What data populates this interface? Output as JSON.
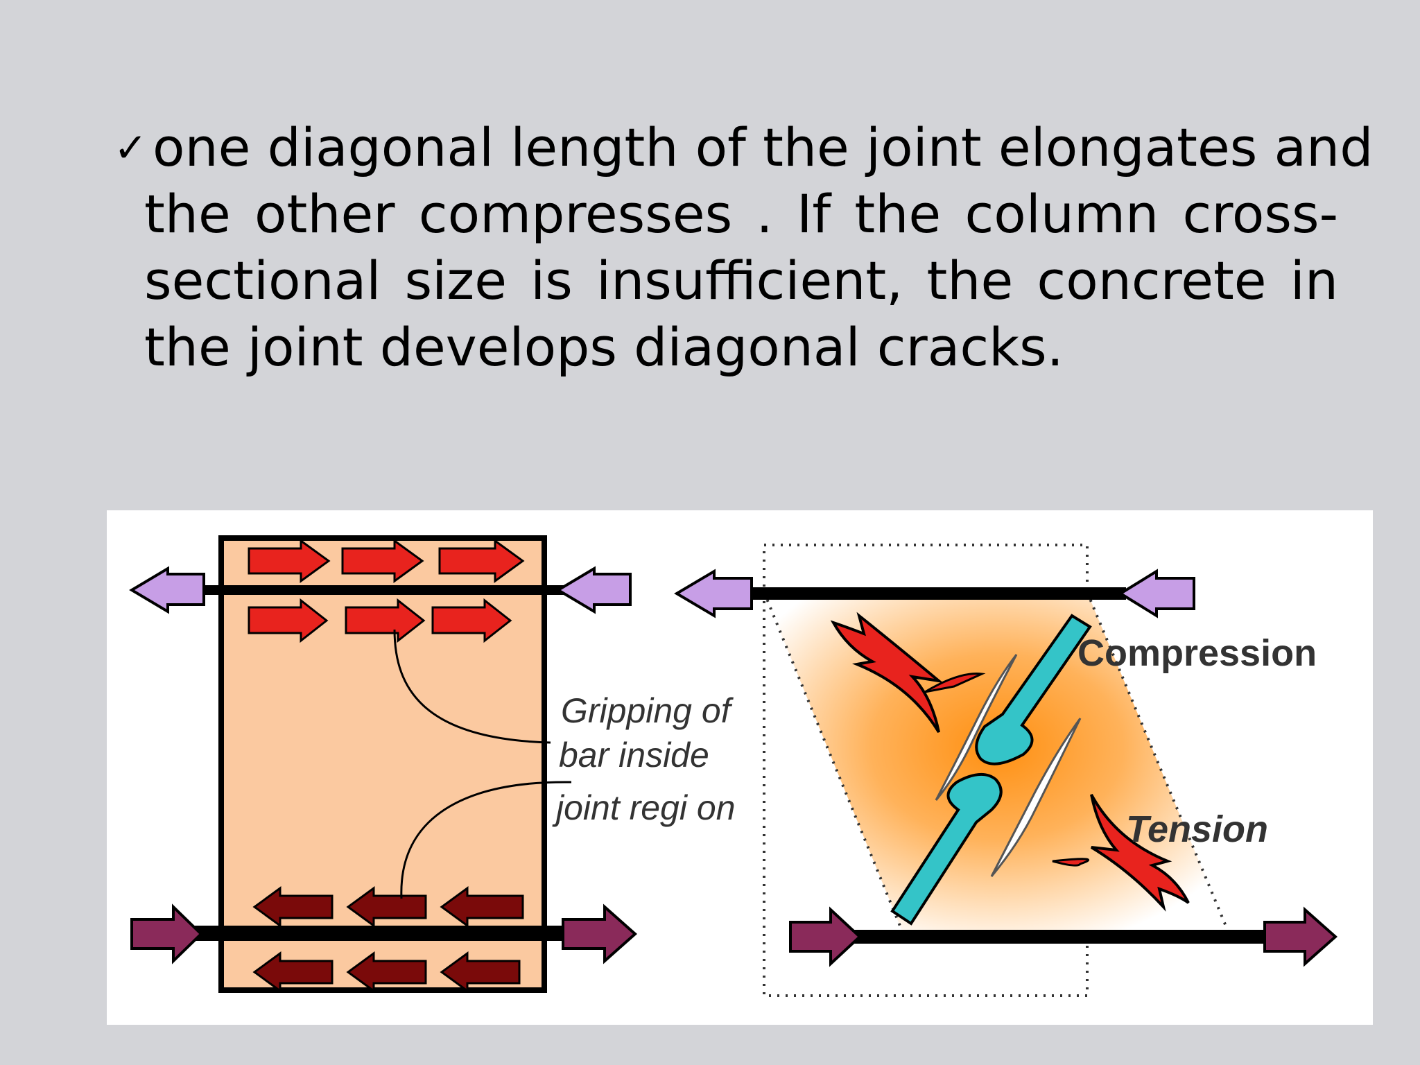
{
  "slide": {
    "check_glyph": "✓",
    "lines": [
      "one diagonal length of the joint elongates and",
      "the other compresses . If the column cross-",
      "sectional size is insufficient, the concrete in",
      "the joint develops diagonal cracks."
    ]
  },
  "figure": {
    "left_panel": {
      "label_lines": [
        "Gripping of",
        "bar inside",
        "joint regi on"
      ]
    },
    "right_panel": {
      "compression_label": "Compression",
      "tension_label": "Tension"
    },
    "colors": {
      "joint_fill": "#fbc9a0",
      "bar_force_red": "#e8231e",
      "bar_force_dark": "#7a0a0a",
      "pull_left_arrow": "#c79ee6",
      "push_right_arrow": "#8a2a5a",
      "compression_strut": "#34c4c8",
      "tension_arrow": "#e8231e",
      "gradient_core": "#ff9a1e"
    },
    "icons": [
      "arrow-right",
      "arrow-left",
      "block-arrow"
    ]
  }
}
